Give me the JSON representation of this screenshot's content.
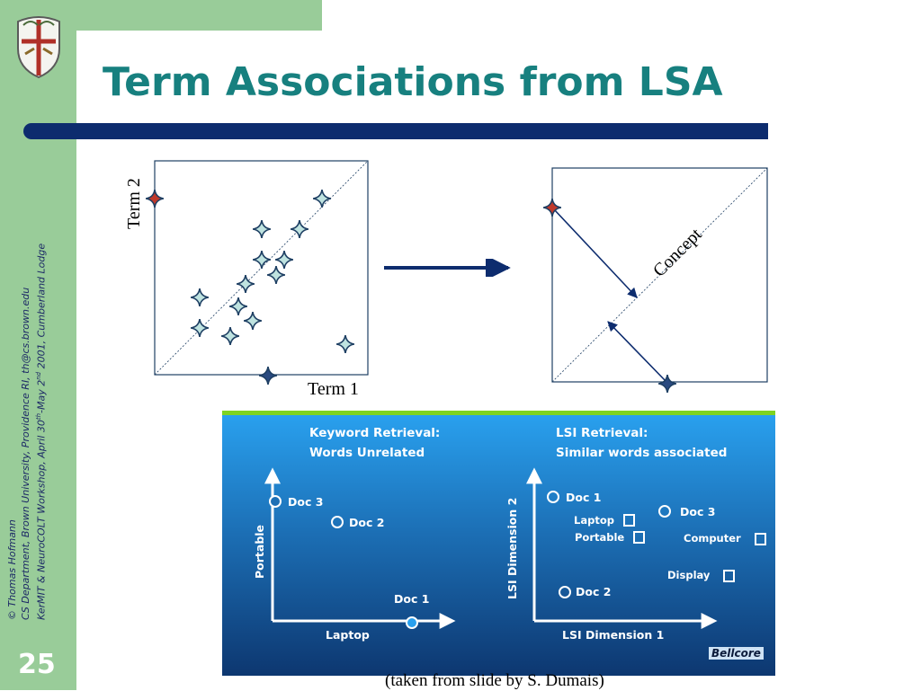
{
  "slide": {
    "title": "Term Associations from LSA",
    "number": "25",
    "credit_line1": "© Thomas Hofmann",
    "credit_line2": "CS Department, Brown University, Providence RI, th@cs.brown.edu",
    "credit_line3_a": "KerMIT & NeuroCOLT Workshop, April 30",
    "credit_line3_sup1": "th",
    "credit_line3_b": "-May 2",
    "credit_line3_sup2": "nd",
    "credit_line3_c": "2001, Cumberland Lodge",
    "caption": "(taken from slide by S. Dumais)"
  },
  "left_plot": {
    "x_label": "Term 1",
    "y_label": "Term 2"
  },
  "right_plot": {
    "diagonal_label": "Concept"
  },
  "retrieval_panel": {
    "left_heading_1": "Keyword Retrieval:",
    "left_heading_2": "Words Unrelated",
    "right_heading_1": "LSI Retrieval:",
    "right_heading_2": "Similar words associated",
    "left_x_axis": "Laptop",
    "left_y_axis": "Portable",
    "right_x_axis": "LSI Dimension 1",
    "right_y_axis": "LSI Dimension 2",
    "left_docs": [
      "Doc 3",
      "Doc 2",
      "Doc 1"
    ],
    "right_docs": [
      "Doc 1",
      "Doc 3",
      "Doc 2"
    ],
    "right_terms": [
      "Laptop",
      "Portable",
      "Computer",
      "Display"
    ],
    "brand": "Bellcore"
  },
  "colors": {
    "title": "#17807f",
    "sidebar": "#99cc99",
    "rule": "#0d2c6e",
    "star_fill": "#bfe3e0",
    "star_stroke": "#1e3f63",
    "projected_star": "#c0392b",
    "panel_top": "#29a0ee",
    "panel_bottom": "#0d3770",
    "panel_accent": "#7ed321"
  }
}
